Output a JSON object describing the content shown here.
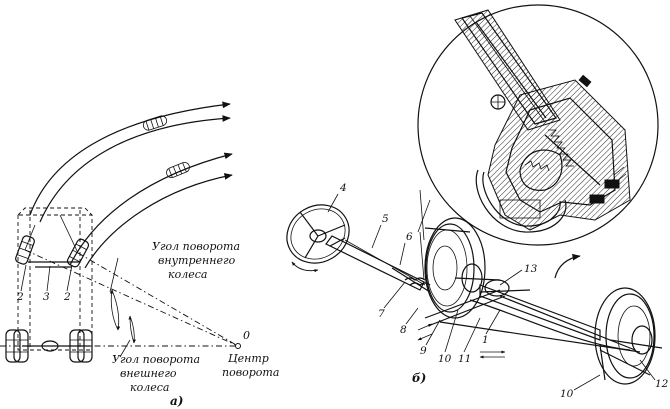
{
  "panel_a": {
    "caption": "а)",
    "inner_angle_label": [
      "Угол поворота",
      "внутреннего",
      "колеса"
    ],
    "outer_angle_label": [
      "Угол поворота",
      "внешнего",
      "колеса"
    ],
    "center_label": [
      "Центр",
      "поворота"
    ],
    "center_point": "0",
    "wheel_numbers": [
      "2",
      "3",
      "2"
    ]
  },
  "panel_b": {
    "caption": "б)",
    "callouts": [
      "4",
      "5",
      "6",
      "7",
      "8",
      "9",
      "10",
      "11",
      "1",
      "13",
      "10",
      "12"
    ]
  }
}
